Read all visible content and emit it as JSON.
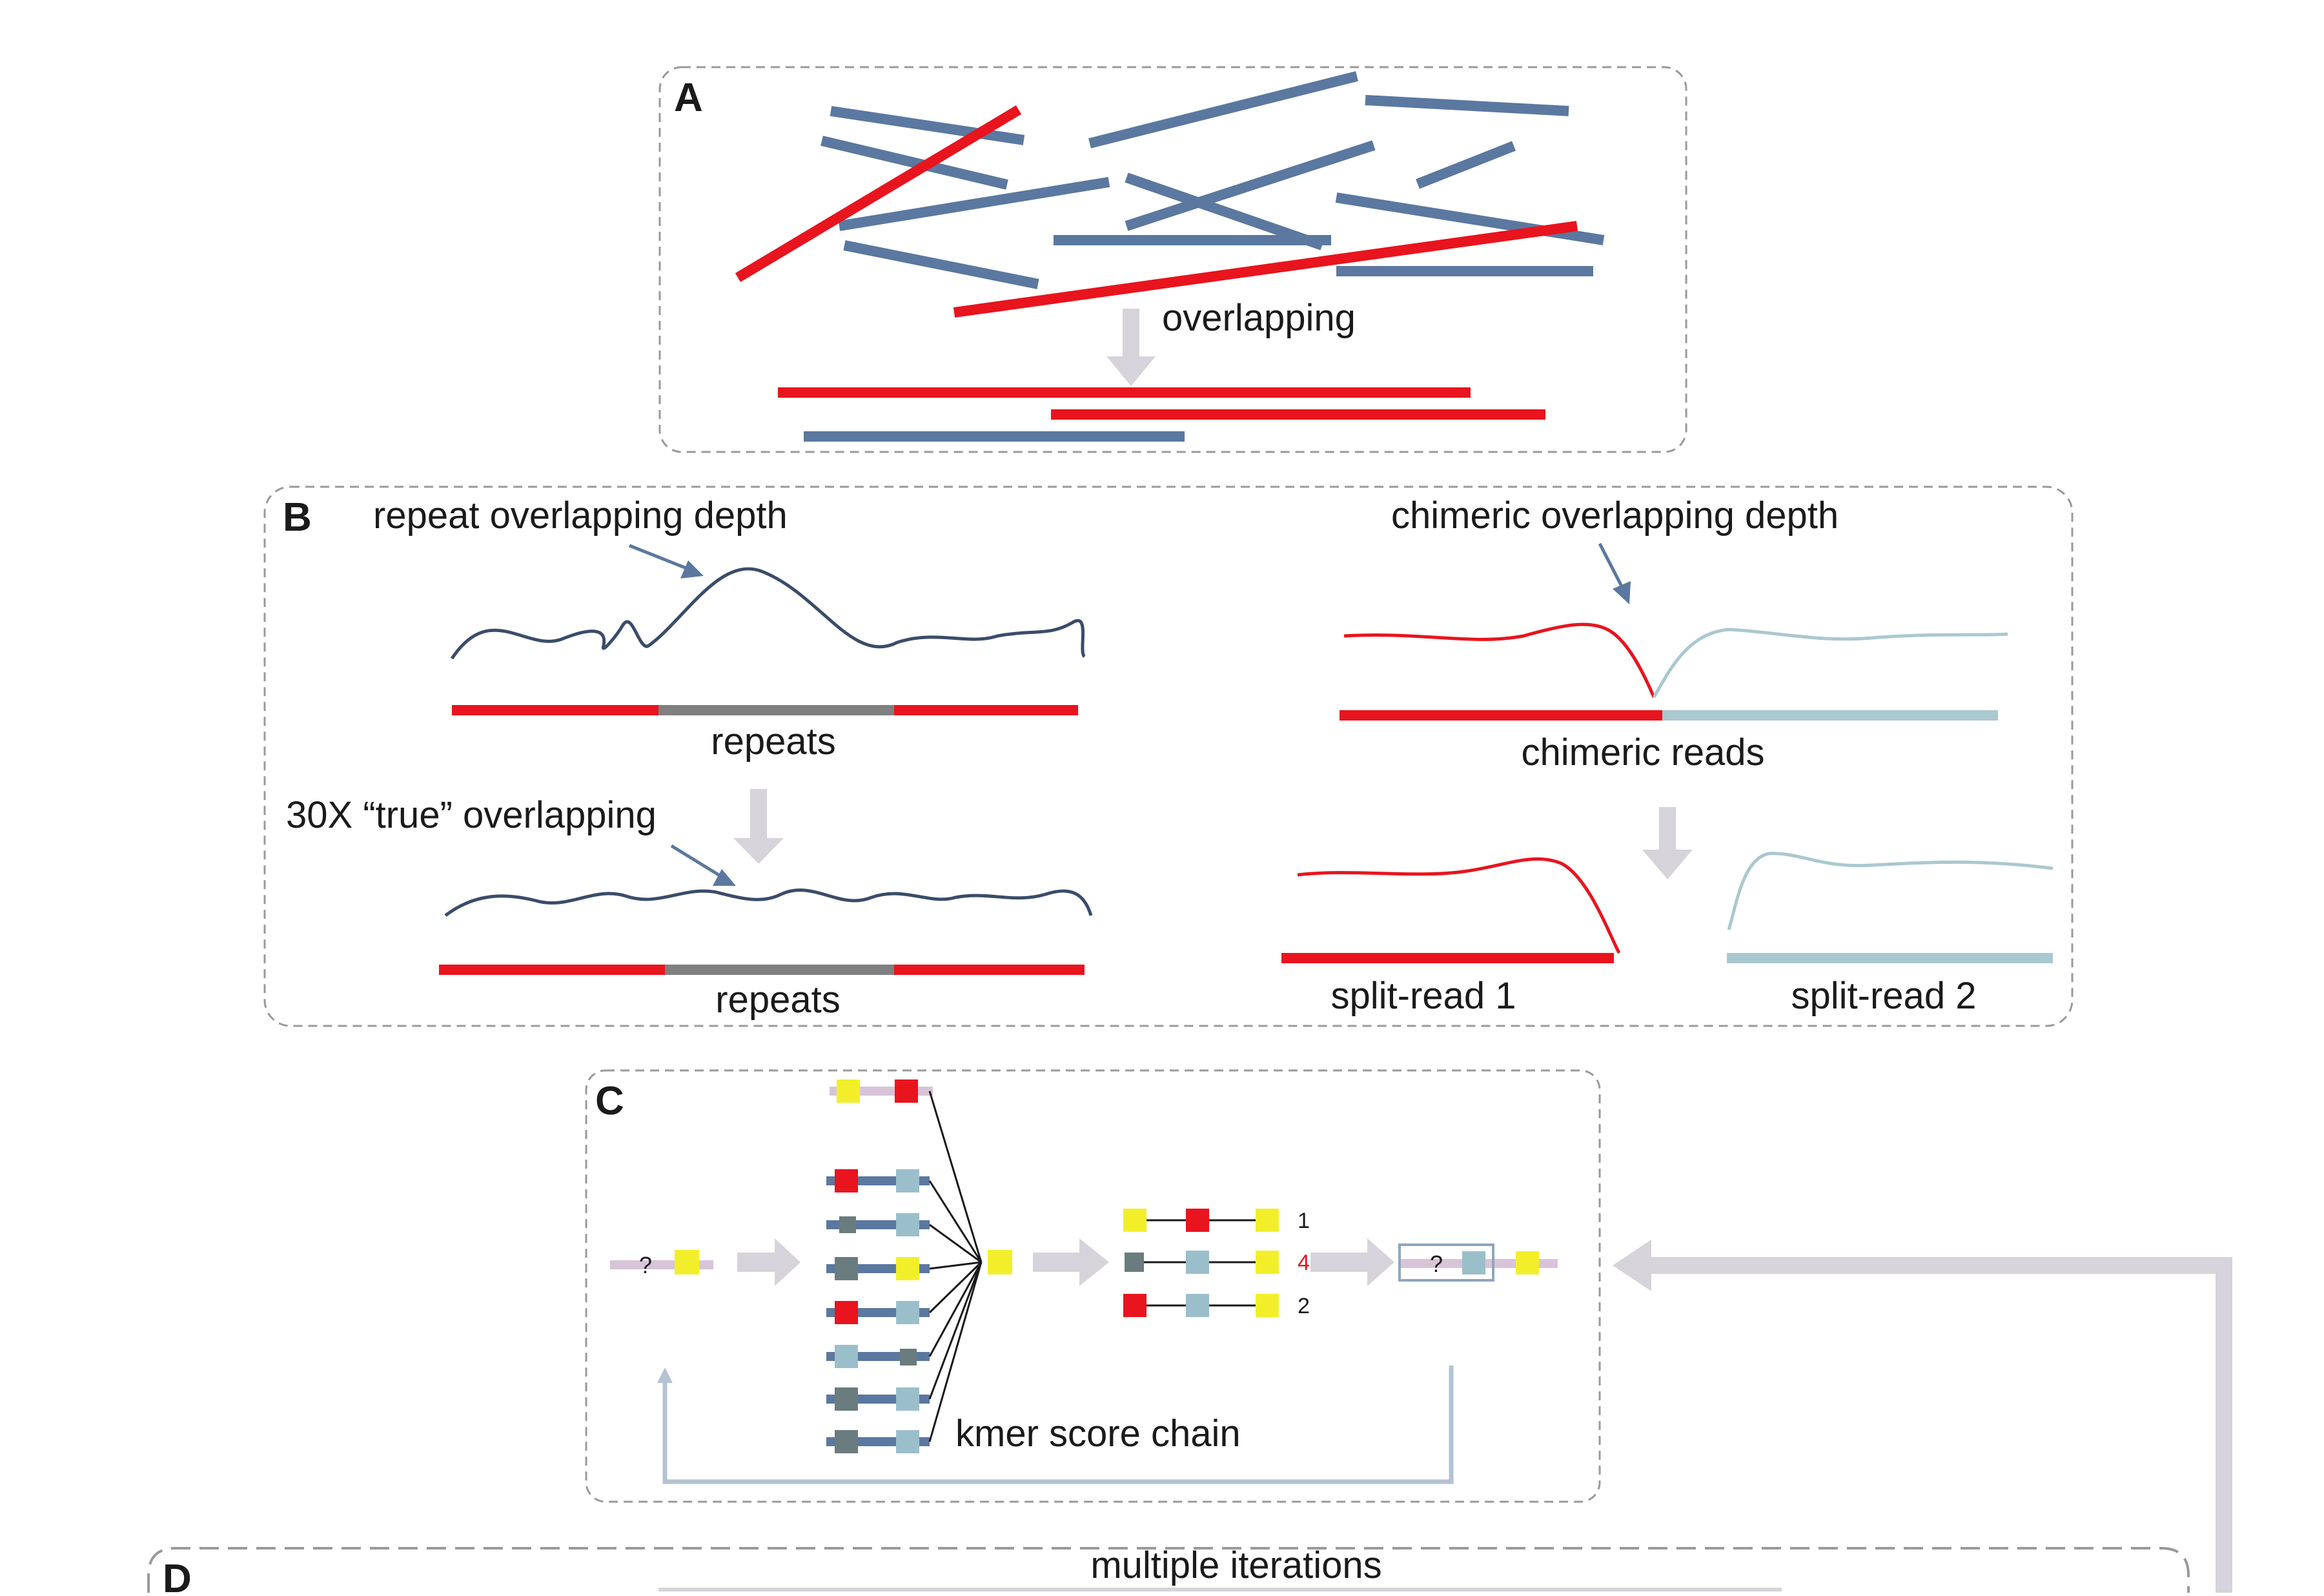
{
  "colors": {
    "read_blue": "#5b78a0",
    "read_red": "#e8141e",
    "repeat_gray": "#7f7f7f",
    "split_light": "#aac8d0",
    "arrow_gray": "#d6d4da",
    "kmer_yellow": "#f2ef2a",
    "kmer_red": "#e8141e",
    "kmer_dark": "#6a7c7e",
    "kmer_light": "#9bbfca",
    "chain_back": "#b4c2d4",
    "query_pink": "#d8c4d8",
    "box_border": "#9a9a9a"
  },
  "panels": {
    "a": {
      "letter": "A",
      "overlap_label": "overlapping"
    },
    "b": {
      "letter": "B",
      "repeat_depth_label": "repeat overlapping depth",
      "repeats_label_top": "repeats",
      "true_overlap_label": "30X “true” overlapping",
      "repeats_label_bottom": "repeats",
      "chimeric_depth_label": "chimeric overlapping depth",
      "chimeric_reads_label": "chimeric reads",
      "split1_label": "split-read 1",
      "split2_label": "split-read 2"
    },
    "c": {
      "letter": "C",
      "query_mark": "?",
      "result_mark": "?",
      "chain_label": "kmer score chain",
      "scores": [
        "1",
        "4",
        "2"
      ]
    },
    "d": {
      "letter": "D",
      "iterations_label": "multiple iterations"
    }
  }
}
